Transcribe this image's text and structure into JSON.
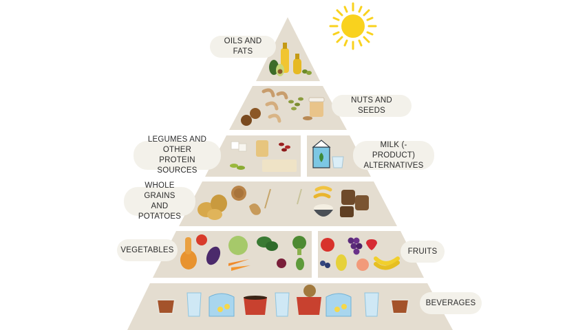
{
  "diagram": {
    "tiers": [
      {
        "id": "oils",
        "label": "OILS AND FATS"
      },
      {
        "id": "nuts",
        "label": "NUTS AND SEEDS"
      },
      {
        "id": "legumes",
        "label_line1": "LEGUMES AND OTHER",
        "label_line2": "PROTEIN SOURCES"
      },
      {
        "id": "milk",
        "label_line1": "MILK (-PRODUCT)",
        "label_line2": "ALTERNATIVES"
      },
      {
        "id": "grains",
        "label_line1": "WHOLE GRAINS",
        "label_line2": "AND POTATOES"
      },
      {
        "id": "vegetables",
        "label": "VEGETABLES"
      },
      {
        "id": "fruits",
        "label": "FRUITS"
      },
      {
        "id": "beverages",
        "label": "BEVERAGES"
      }
    ]
  },
  "colors": {
    "tier_fill": "#e4ddd0",
    "label_bg": "#f3f1ea",
    "sun": "#f9d21e"
  },
  "icons": [
    "sun-icon",
    "olive-oil-bottle-icon",
    "avocado-icon",
    "olives-icon",
    "walnut-icon",
    "cashew-icon",
    "pumpkin-seeds-icon",
    "peanut-butter-jar-icon",
    "tofu-icon",
    "tempeh-icon",
    "kidney-beans-icon",
    "edamame-icon",
    "milk-carton-icon",
    "yogurt-cup-icon",
    "potato-icon",
    "lentils-icon",
    "ginger-icon",
    "wheat-icon",
    "pasta-icon",
    "rice-bowl-icon",
    "rye-bread-icon",
    "tomato-icon",
    "butternut-squash-icon",
    "eggplant-icon",
    "cabbage-icon",
    "carrot-icon",
    "spinach-icon",
    "broccoli-icon",
    "beetroot-icon",
    "apple-icon",
    "grapes-icon",
    "strawberry-icon",
    "pear-icon",
    "blueberries-icon",
    "peach-icon",
    "banana-icon",
    "tea-cup-icon",
    "water-glass-icon",
    "water-jug-icon",
    "coffee-mug-icon"
  ]
}
